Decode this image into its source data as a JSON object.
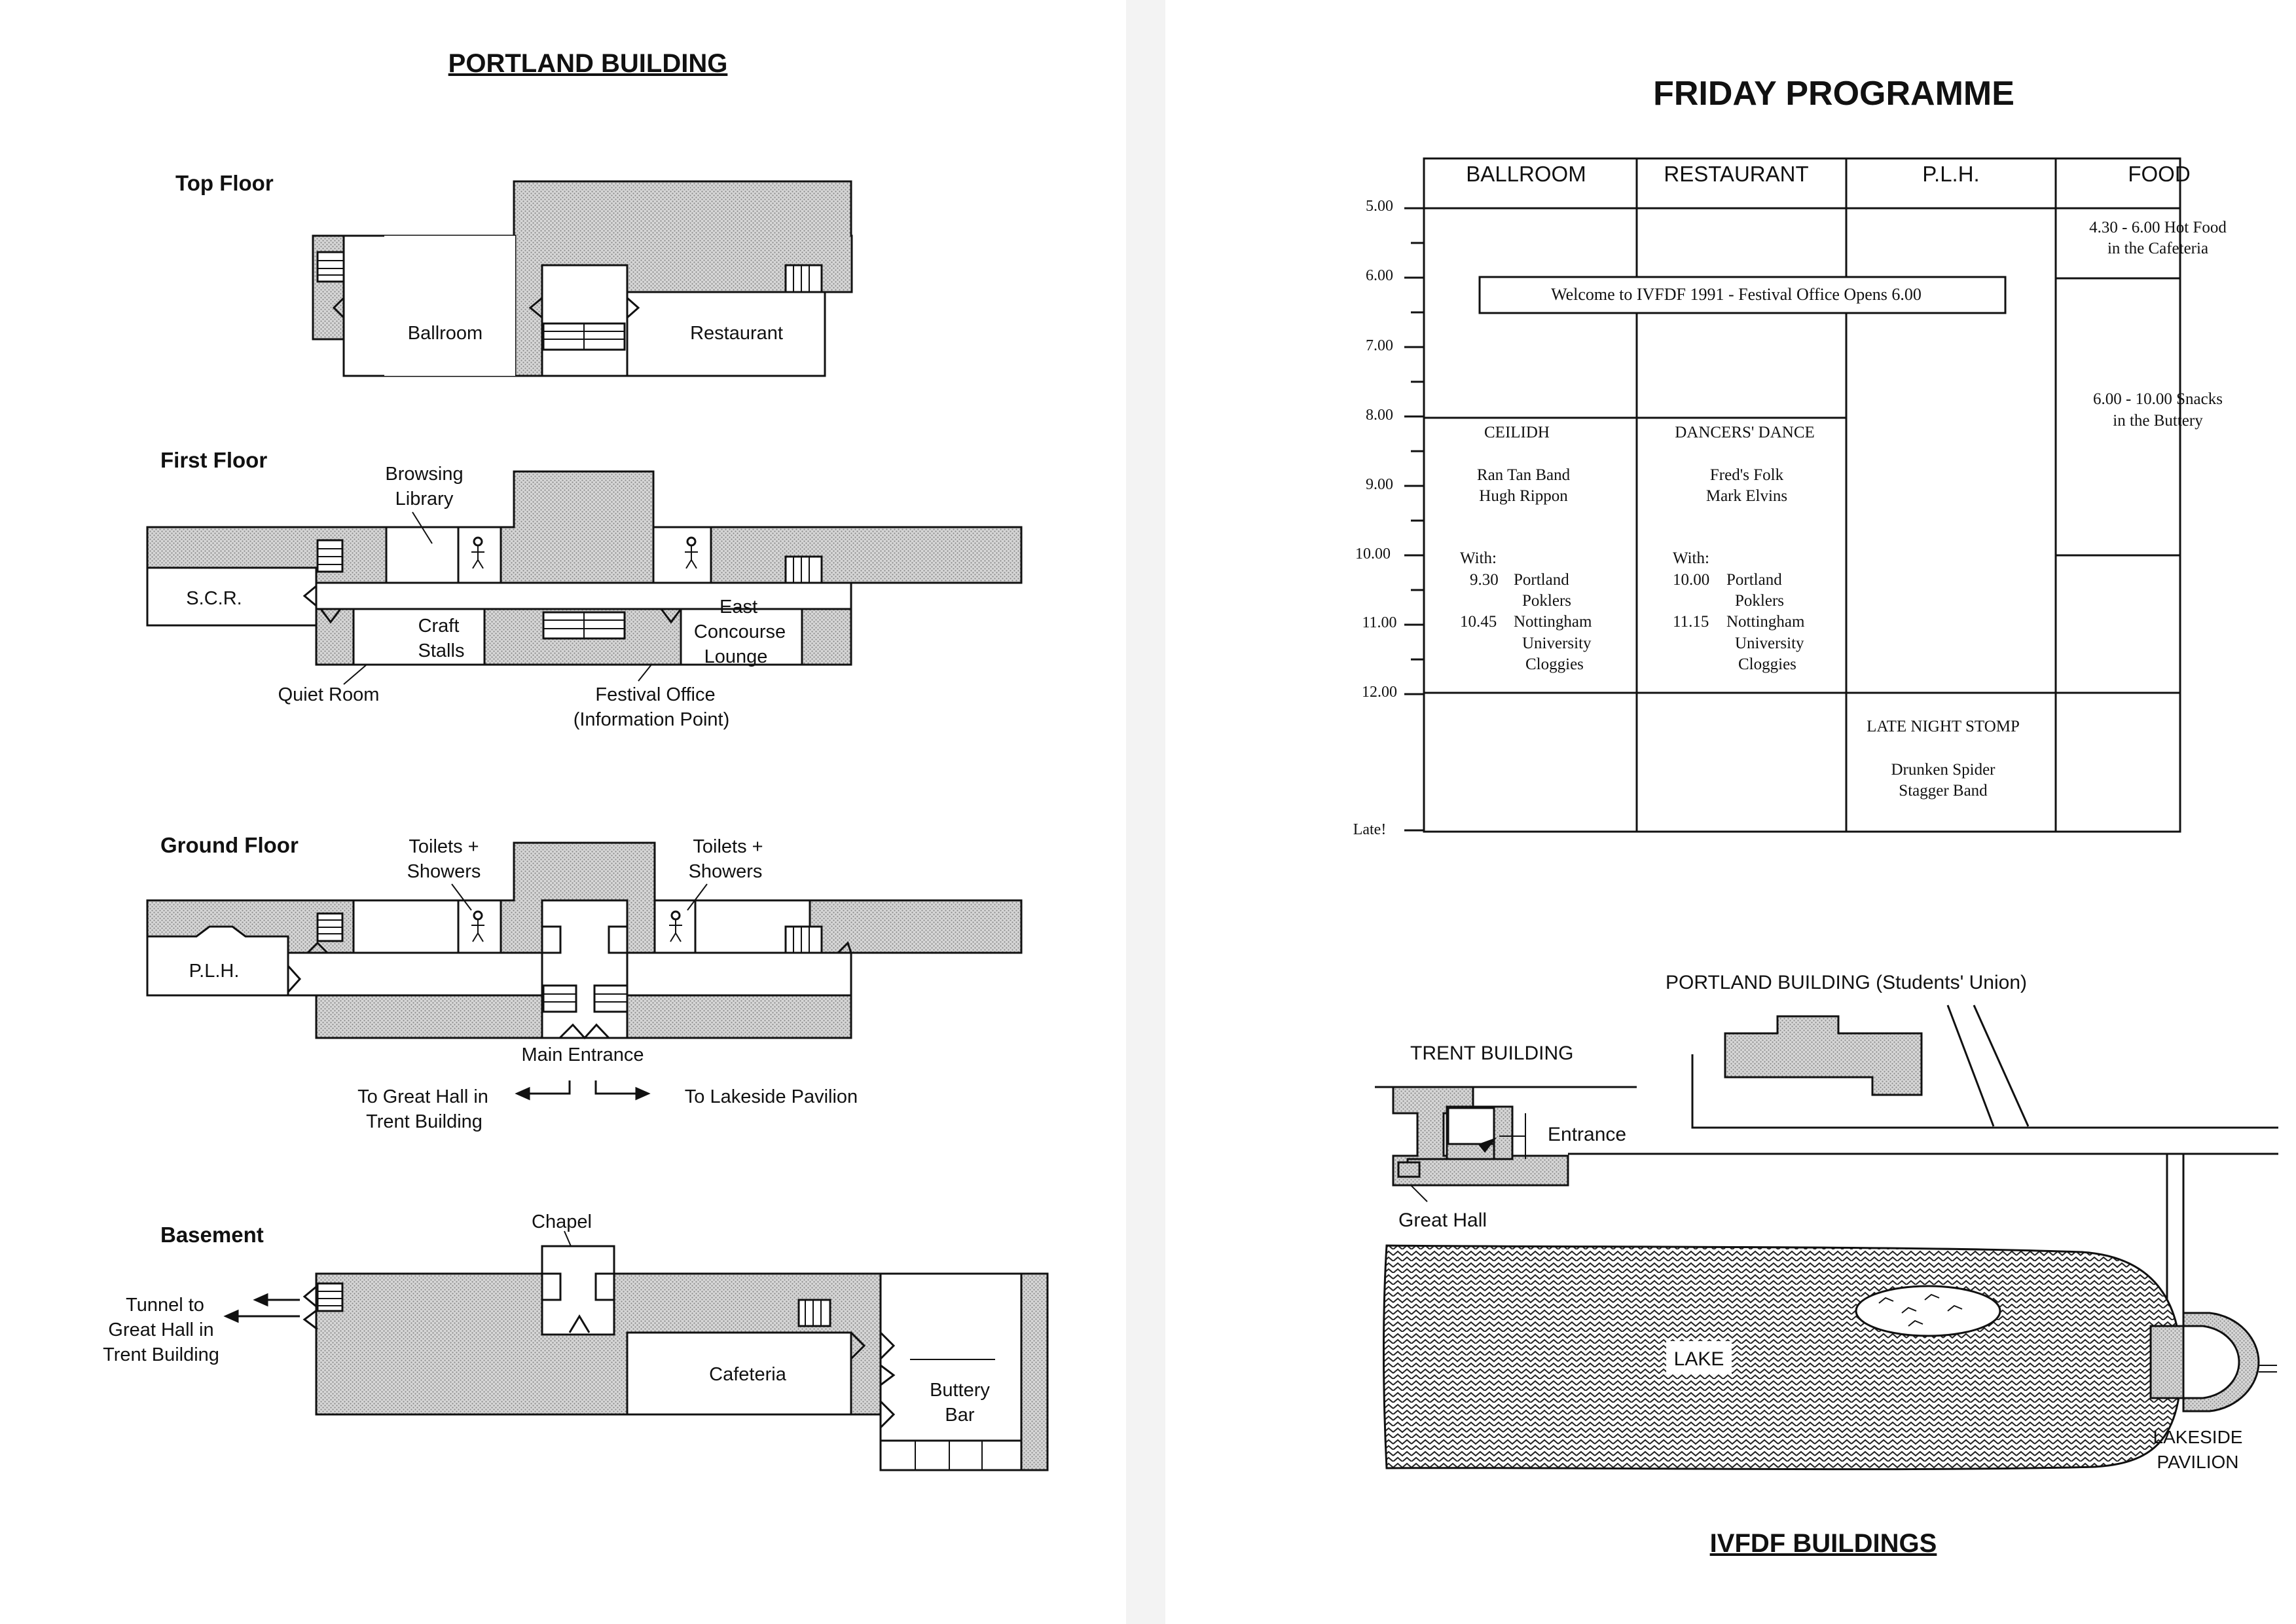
{
  "left_page": {
    "title": "PORTLAND BUILDING",
    "top_floor": {
      "heading": "Top Floor",
      "ballroom": "Ballroom",
      "restaurant": "Restaurant"
    },
    "first_floor": {
      "heading": "First Floor",
      "browsing_1": "Browsing",
      "browsing_2": "Library",
      "scr": "S.C.R.",
      "craft_1": "Craft",
      "craft_2": "Stalls",
      "east_1": "East",
      "east_2": "Concourse",
      "east_3": "Lounge",
      "quiet": "Quiet Room",
      "festival_1": "Festival Office",
      "festival_2": "(Information Point)"
    },
    "ground_floor": {
      "heading": "Ground Floor",
      "toilets_a1": "Toilets +",
      "toilets_a2": "Showers",
      "toilets_b1": "Toilets +",
      "toilets_b2": "Showers",
      "plh": "P.L.H.",
      "main_entrance": "Main Entrance",
      "great_hall_1": "To Great Hall in",
      "great_hall_2": "Trent Building",
      "lakeside": "To Lakeside Pavilion"
    },
    "basement": {
      "heading": "Basement",
      "chapel": "Chapel",
      "tunnel_1": "Tunnel to",
      "tunnel_2": "Great Hall in",
      "tunnel_3": "Trent Building",
      "cafeteria": "Cafeteria",
      "buttery_1": "Buttery",
      "buttery_2": "Bar"
    }
  },
  "programme": {
    "title": "FRIDAY PROGRAMME",
    "columns": [
      "BALLROOM",
      "RESTAURANT",
      "P.L.H.",
      "FOOD"
    ],
    "times": [
      "5.00",
      "6.00",
      "7.00",
      "8.00",
      "9.00",
      "10.00",
      "11.00",
      "12.00",
      "Late!"
    ],
    "welcome": "Welcome to IVFDF 1991  -  Festival Office Opens 6.00",
    "food_1a": "4.30 - 6.00 Hot Food",
    "food_1b": "in the Cafeteria",
    "food_2a": "6.00 - 10.00 Snacks",
    "food_2b": "in the Buttery",
    "ceilidh": {
      "title": "CEILIDH",
      "band_1": "Ran Tan Band",
      "band_2": "Hugh Rippon",
      "with": "With:",
      "t1": "9.30",
      "g1a": "Portland",
      "g1b": "Poklers",
      "t2": "10.45",
      "g2a": "Nottingham",
      "g2b": "University",
      "g2c": "Cloggies"
    },
    "dancers": {
      "title": "DANCERS' DANCE",
      "band_1": "Fred's Folk",
      "band_2": "Mark Elvins",
      "with": "With:",
      "t1": "10.00",
      "g1a": "Portland",
      "g1b": "Poklers",
      "t2": "11.15",
      "g2a": "Nottingham",
      "g2b": "University",
      "g2c": "Cloggies"
    },
    "late": {
      "title": "LATE NIGHT STOMP",
      "band_1": "Drunken Spider",
      "band_2": "Stagger Band"
    }
  },
  "site_map": {
    "portland": "PORTLAND BUILDING (Students' Union)",
    "trent": "TRENT BUILDING",
    "entrance": "Entrance",
    "great_hall": "Great Hall",
    "lake": "LAKE",
    "lakeside_1": "LAKESIDE",
    "lakeside_2": "PAVILION",
    "caption": "IVFDF BUILDINGS"
  },
  "colors": {
    "hatch": "#c9c9c9",
    "ink": "#111111",
    "paper": "#ffffff"
  }
}
